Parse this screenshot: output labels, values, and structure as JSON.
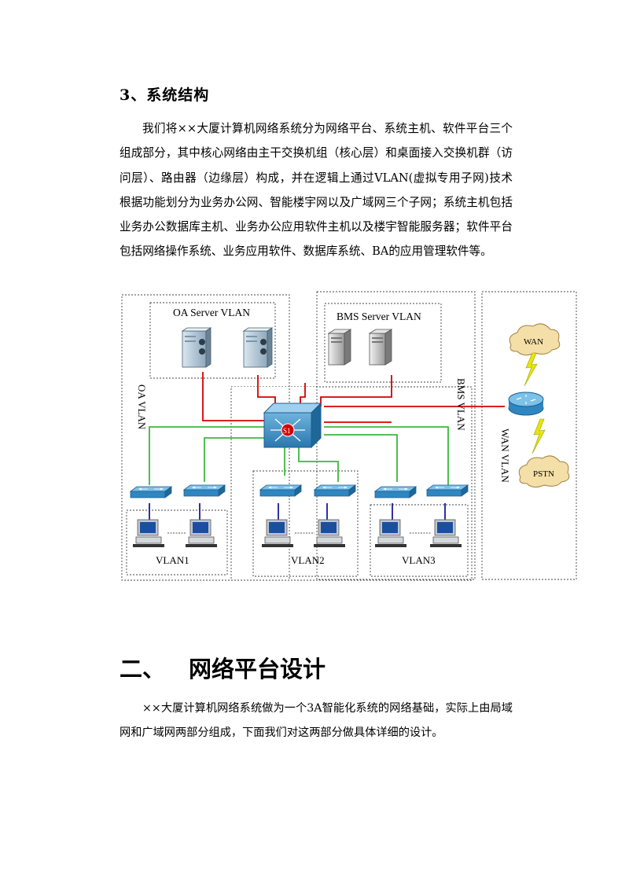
{
  "section": {
    "heading": "3、系统结构"
  },
  "paragraph1": "我们将××大厦计算机网络系统分为网络平台、系统主机、软件平台三个组成部分，其中核心网络由主干交换机组（核心层）和桌面接入交换机群（访问层）、路由器（边缘层）构成，并在逻辑上通过VLAN(虚拟专用子网)技术根据功能划分为业务办公网、智能楼宇网以及广域网三个子网；系统主机包括业务办公数据库主机、业务办公应用软件主机以及楼宇智能服务器；软件平台包括网络操作系统、业务应用软件、数据库系统、BA的应用管理软件等。",
  "diagram": {
    "oa_server_vlan": "OA Server VLAN",
    "bms_server_vlan": "BMS Server VLAN",
    "oa_vlan": "OA VLAN",
    "bms_vlan": "BMS VLAN",
    "wan_vlan": "WAN VLAN",
    "wan_cloud": "WAN",
    "pstn_cloud": "PSTN",
    "core_switch": "S1",
    "vlan1": "VLAN1",
    "vlan2": "VLAN2",
    "vlan3": "VLAN3",
    "colors": {
      "uplink": "#d40000",
      "access": "#3cb83c",
      "pc_link": "#1a1a9a",
      "lightning": "#e6e600"
    }
  },
  "chapter": {
    "number": "二、",
    "title": "网络平台设计"
  },
  "paragraph2": "××大厦计算机网络系统做为一个3A智能化系统的网络基础，实际上由局域网和广域网两部分组成，下面我们对这两部分做具体详细的设计。"
}
